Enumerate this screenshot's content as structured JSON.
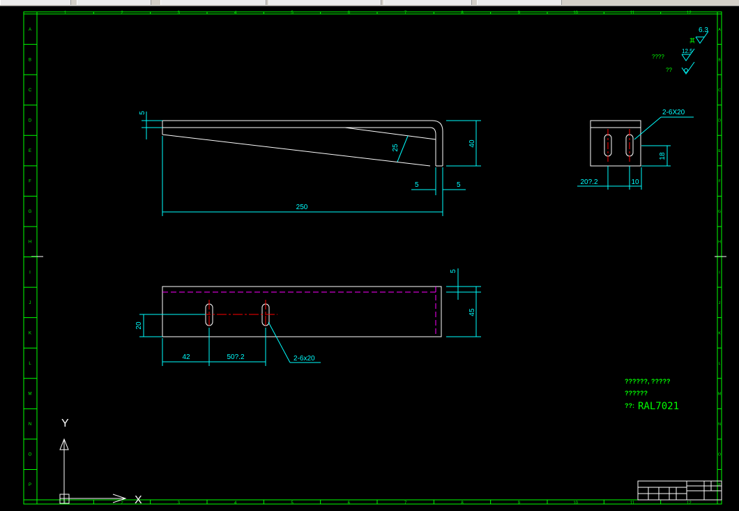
{
  "border": {
    "columns": [
      "1",
      "2",
      "3",
      "4",
      "5",
      "6",
      "7",
      "8",
      "9",
      "10",
      "11",
      "12"
    ],
    "rows": [
      "A",
      "B",
      "C",
      "D",
      "E",
      "F",
      "G",
      "H",
      "I",
      "J",
      "K",
      "L",
      "M",
      "N",
      "O",
      "P"
    ]
  },
  "top_view": {
    "dim_left_thickness": "5",
    "dim_taper": "25",
    "dim_height": "40",
    "dim_bend_left": "5",
    "dim_bend_right": "5",
    "dim_length": "250"
  },
  "front_view": {
    "dim_top_thickness": "5",
    "dim_width": "45",
    "dim_slot_height": "20",
    "dim_first_slot": "42",
    "dim_pitch": "50?.2",
    "slot_callout": "2-6x20"
  },
  "side_view": {
    "slot_callout": "2-6X20",
    "dim_height": "18",
    "dim_left": "20?.2",
    "dim_gap": "10"
  },
  "roughness": {
    "global_value": "6.3",
    "entries": [
      {
        "label": "????",
        "value": "12.5"
      },
      {
        "label": "??",
        "value": ""
      }
    ]
  },
  "notes": {
    "line1": "??????, ?????",
    "line2": "??????",
    "color_label": "??:",
    "color_value": "RAL7021"
  },
  "ucs": {
    "x_label": "X",
    "y_label": "Y"
  },
  "colors": {
    "background": "#000000",
    "geometry": "#ffffff",
    "dimensions": "#00ffff",
    "annotation": "#00ff00",
    "centerline": "#ff0000",
    "hidden": "#ff00ff"
  }
}
